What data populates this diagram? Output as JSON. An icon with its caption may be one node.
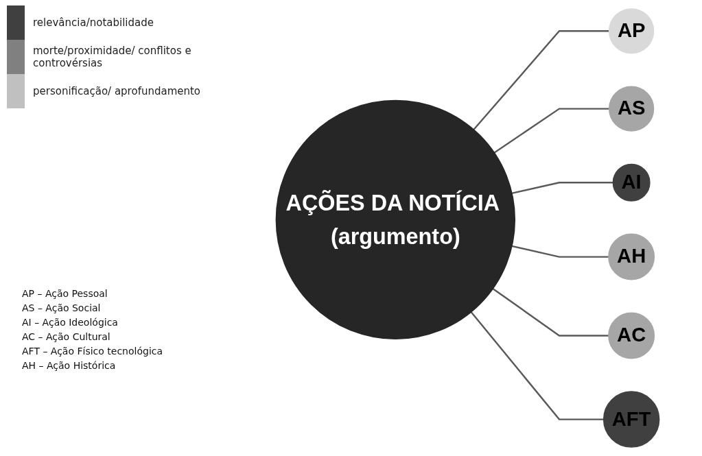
{
  "diagram": {
    "nodes": [
      {
        "text": [
          "AÇÕES DA NOTÍCIA (argumento)"
        ]
      },
      {
        "text": [
          "AP"
        ]
      },
      {
        "text": [
          "AS"
        ]
      },
      {
        "text": [
          "AH"
        ]
      },
      {
        "text": [
          "AI"
        ]
      },
      {
        "text": [
          "AC"
        ]
      },
      {
        "text": [
          "AFT"
        ]
      }
    ],
    "edges": [
      {
        "from": 0,
        "to": 1,
        "arrow": "none"
      },
      {
        "from": 0,
        "to": 2,
        "arrow": "none"
      },
      {
        "from": 0,
        "to": 4,
        "arrow": "none"
      },
      {
        "from": 0,
        "to": 3,
        "arrow": "none"
      },
      {
        "from": 0,
        "to": 5,
        "arrow": "none"
      },
      {
        "from": 0,
        "to": 6,
        "arrow": "none"
      }
    ],
    "labels": [
      "AP – Ação Pessoal",
      "AS – Ação Social",
      "AI – Ação Ideológica",
      "AC – Ação Cultural",
      "AFT – Ação Físico tecnológica",
      "AH – Ação Histórica"
    ],
    "legend": [
      {
        "text": "relevância/notabilidade",
        "color": "#404040"
      },
      {
        "text": "morte/proximidade/ conflitos e controvérsias",
        "color": "#808080"
      },
      {
        "text": "personificação/ aprofundamento",
        "color": "#c0c0c0"
      }
    ]
  }
}
